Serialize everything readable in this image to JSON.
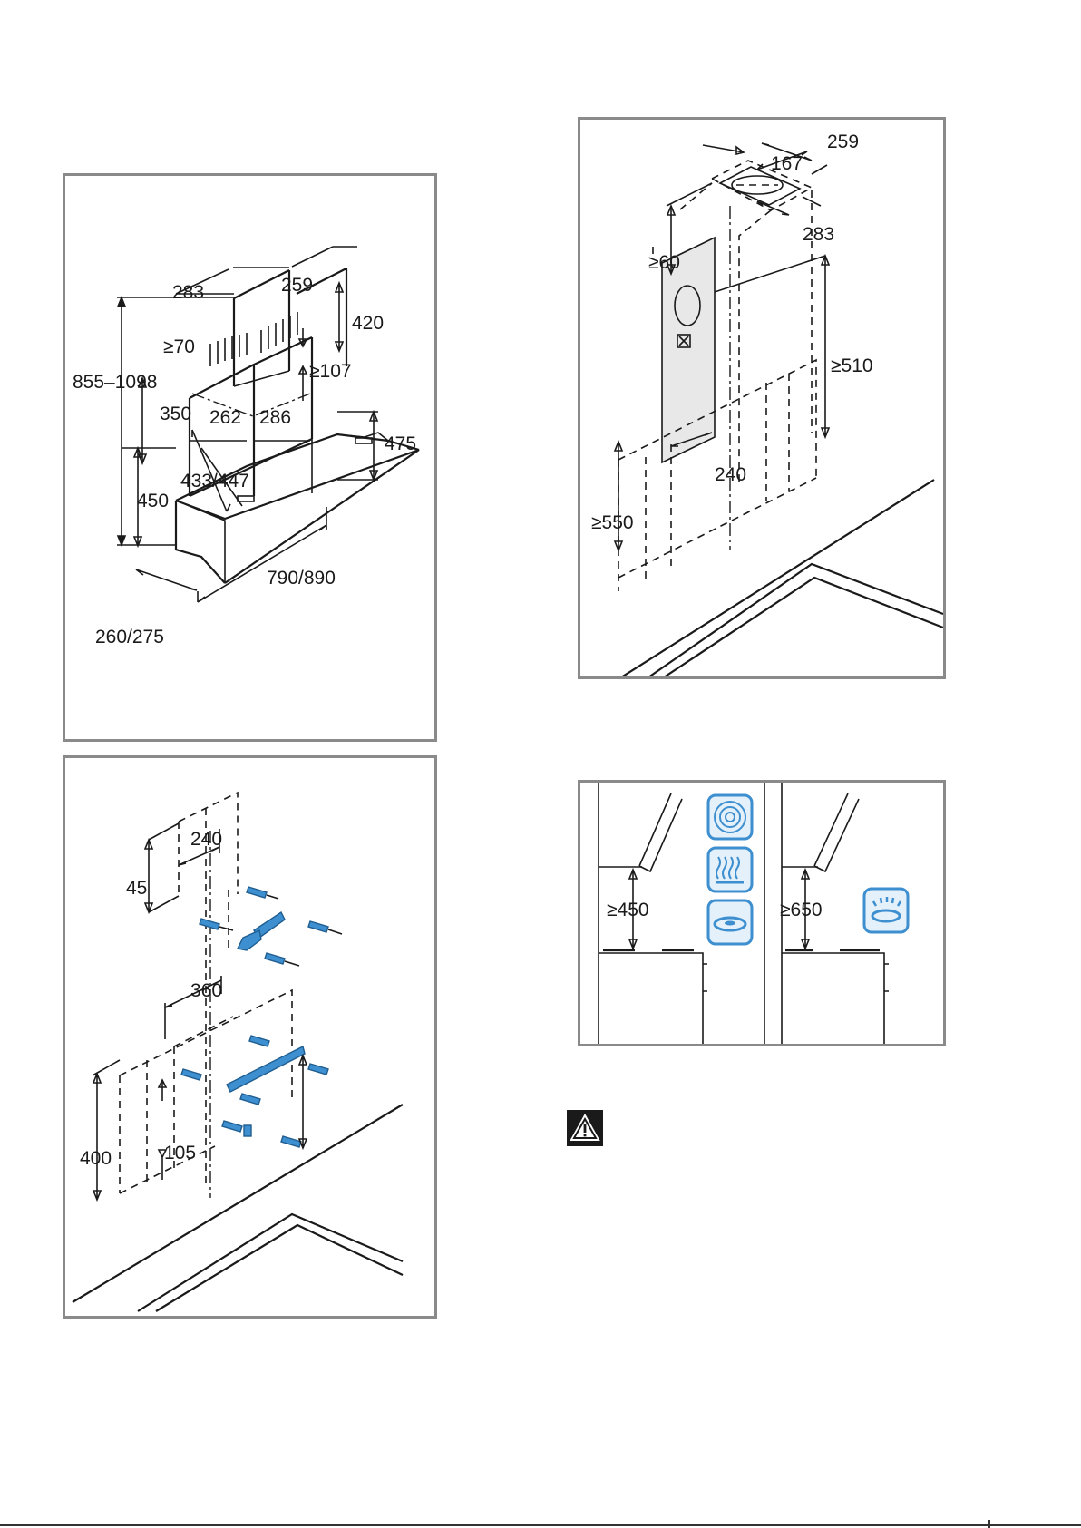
{
  "panel_dimensions": {
    "labels": [
      "283",
      "259",
      "420",
      "≥70",
      "≥107",
      "855–1098",
      "350",
      "262",
      "286",
      "475",
      "433/447",
      "450",
      "790/890",
      "260/275"
    ]
  },
  "panel_duct": {
    "labels": [
      "259",
      "167",
      "283",
      "≥60",
      "≥510",
      "240",
      "≥550"
    ]
  },
  "panel_brackets": {
    "labels": [
      "240",
      "45",
      "360",
      "400",
      "105"
    ]
  },
  "panel_clearance": {
    "labels": [
      "≥450",
      "≥650"
    ],
    "icons": [
      "electric-hob-coil-icon",
      "ceramic-hob-icon",
      "induction-hob-icon",
      "gas-burner-icon"
    ]
  },
  "colors": {
    "accent": "#3d8fd0",
    "frame": "#8a8a8a",
    "shaft_fill": "#e8e8e8"
  }
}
